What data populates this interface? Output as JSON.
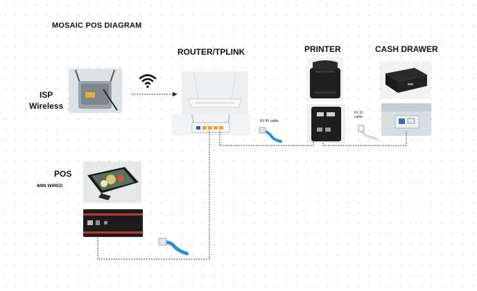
{
  "diagram": {
    "title": "MOSAIC POS DIAGRAM",
    "isp": {
      "label_line1": "ISP",
      "label_line2": "Wireless"
    },
    "router": {
      "label": "ROUTER/TPLINK"
    },
    "printer": {
      "label": "PRINTER"
    },
    "cash_drawer": {
      "label": "CASH DRAWER"
    },
    "pos": {
      "label": "POS",
      "sublabel": "IMIN WIRED"
    },
    "cables": {
      "rj45": {
        "label": "RJ 45 cable"
      },
      "rj11": {
        "label_line1": "RJ 11",
        "label_line2": "cable"
      }
    },
    "icons": [
      "wifi-icon",
      "isp-modem-icon",
      "router-icon",
      "printer-icon",
      "cash-drawer-icon",
      "pos-terminal-icon",
      "rj45-cable-icon",
      "rj11-cable-icon"
    ],
    "colors": {
      "cable": "#2b8fd6",
      "wire": "#333333",
      "device_dark": "#1f1f1f",
      "router_port": "#e8a33a"
    }
  }
}
